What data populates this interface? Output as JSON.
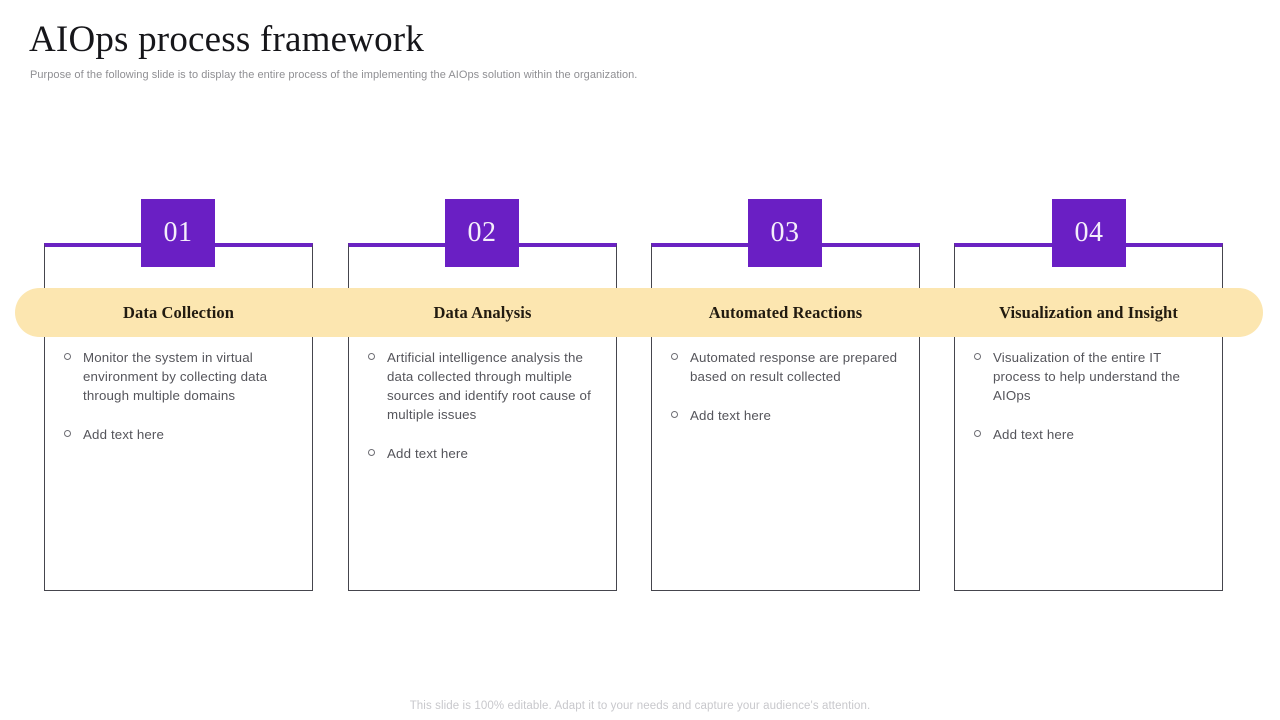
{
  "header": {
    "title": "AIOps process framework",
    "subtitle": "Purpose of the following slide is to display the entire process of the implementing the AIOps  solution within the organization."
  },
  "theme": {
    "badge_purple": "#6A1FC4",
    "card_top_border_purple": "#6A22C2",
    "band_yellow": "#FCE6B0",
    "card_border_gray": "#45454D",
    "body_text_gray": "#55555B",
    "subtitle_gray": "#8F8F93",
    "footer_gray": "#C8C8CC"
  },
  "steps": [
    {
      "number": "01",
      "title": "Data Collection",
      "bullets": [
        "Monitor the system in virtual environment  by collecting data through  multiple  domains",
        "Add text here"
      ]
    },
    {
      "number": "02",
      "title": "Data Analysis",
      "bullets": [
        "Artificial intelligence analysis the data collected through multiple sources and identify root cause of  multiple  issues",
        "Add text here"
      ]
    },
    {
      "number": "03",
      "title": "Automated Reactions",
      "bullets": [
        "Automated response are prepared based on result collected",
        "Add text here"
      ]
    },
    {
      "number": "04",
      "title": "Visualization and Insight",
      "bullets": [
        "Visualization of the entire IT process to help understand the AIOps",
        "Add text here"
      ]
    }
  ],
  "footer": {
    "note": "This slide is 100% editable. Adapt it to your needs and capture your audience's attention."
  }
}
